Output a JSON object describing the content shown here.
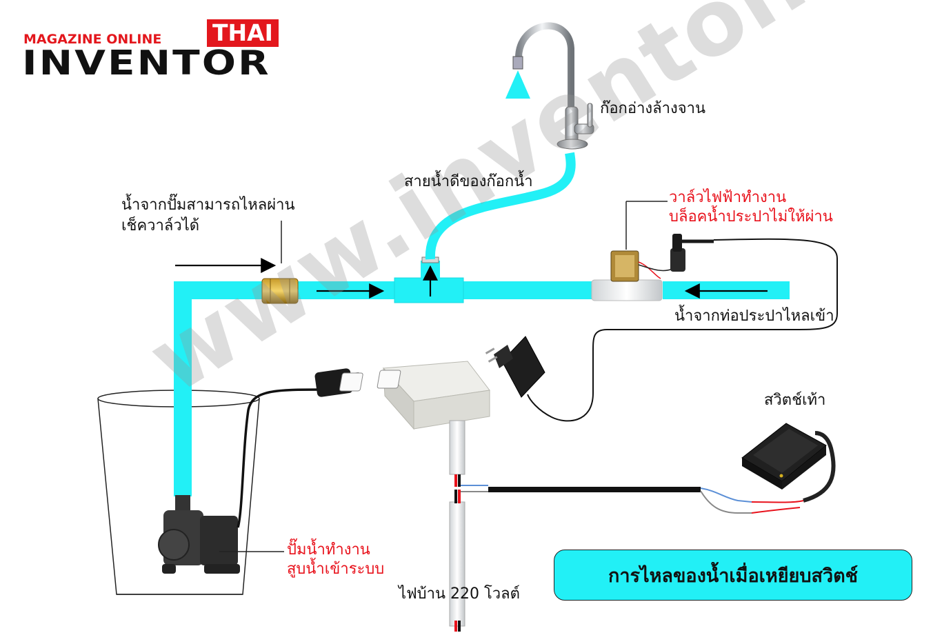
{
  "logo": {
    "top_text": "MAGAZINE ONLINE",
    "badge_text": "THAI",
    "main_text": "INVENTOR"
  },
  "watermark": "www.inventor.in.th",
  "labels": {
    "faucet": "ก๊อกอ่างล้างจาน",
    "faucet_hose": "สายน้ำดีของก๊อกน้ำ",
    "check_valve_line1": "น้ำจากปั๊มสามารถไหลผ่าน",
    "check_valve_line2": "เช็ควาล์วได้",
    "solenoid_line1": "วาล์วไฟฟ้าทำงาน",
    "solenoid_line2": "บล็อคน้ำประปาไม่ให้ผ่าน",
    "mains_inlet": "น้ำจากท่อประปาไหลเข้า",
    "foot_switch": "สวิตช์เท้า",
    "pump_line1": "ปั๊มน้ำทำงาน",
    "pump_line2": "สูบน้ำเข้าระบบ",
    "house_power": "ไฟบ้าน 220 โวลต์"
  },
  "banner": "การไหลของน้ำเมื่อเหยียบสวิตช์",
  "colors": {
    "pipe": "#22f0f6",
    "red_text": "#e8111b",
    "logo_red": "#e3171d",
    "banner_bg": "#22f0f6"
  },
  "icons": [
    "faucet-icon",
    "check-valve-icon",
    "solenoid-valve-icon",
    "power-socket-icon",
    "ac-adapter-icon",
    "plug-icon",
    "water-pump-icon",
    "bucket-icon",
    "foot-switch-icon"
  ]
}
